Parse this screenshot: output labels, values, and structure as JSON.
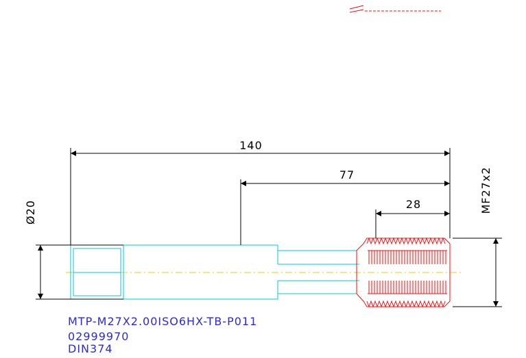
{
  "colors": {
    "dimension": "#000000",
    "shank": "#00c8e0",
    "thread": "#ee1111",
    "centerline": "#e8d200",
    "caption": "#2b2bd6"
  },
  "dimensions": {
    "overall_length": "140",
    "shank_length": "77",
    "thread_length": "28",
    "shank_diameter": "Ø20",
    "thread_size": "MF27x2"
  },
  "caption": {
    "part_number": "MTP-M27X2.00ISO6HX-TB-P011",
    "code": "02999970",
    "standard": "DIN374"
  }
}
